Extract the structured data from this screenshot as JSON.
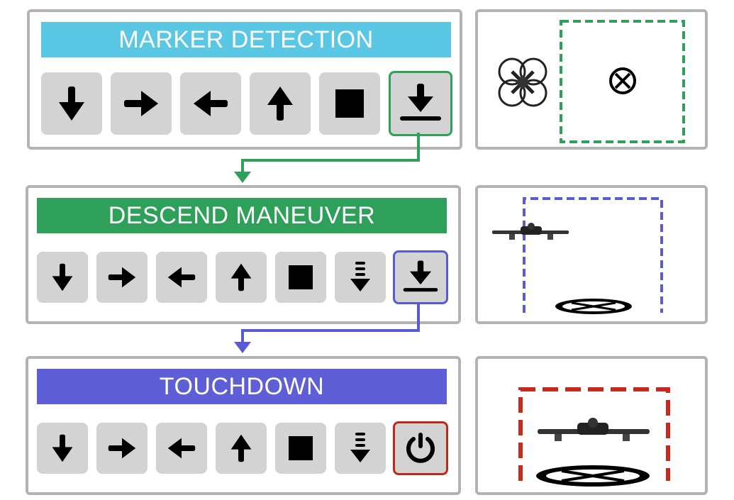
{
  "stages": [
    {
      "id": "marker-detection",
      "title": "MARKER DETECTION",
      "color": "#5ac8e4",
      "actions": [
        "down-arrow-icon",
        "right-arrow-icon",
        "left-arrow-icon",
        "up-arrow-icon",
        "stop-icon",
        "land-icon"
      ],
      "highlight": {
        "action": "land-icon",
        "color": "#2fa05a"
      }
    },
    {
      "id": "descend-maneuver",
      "title": "DESCEND MANEUVER",
      "color": "#2ea05a",
      "actions": [
        "down-arrow-icon",
        "right-arrow-icon",
        "left-arrow-icon",
        "up-arrow-icon",
        "stop-icon",
        "descend-icon",
        "land-icon"
      ],
      "highlight": {
        "action": "land-icon",
        "color": "#5a5ad2"
      }
    },
    {
      "id": "touchdown",
      "title": "TOUCHDOWN",
      "color": "#5e5ed6",
      "actions": [
        "down-arrow-icon",
        "right-arrow-icon",
        "left-arrow-icon",
        "up-arrow-icon",
        "stop-icon",
        "descend-icon",
        "power-icon"
      ],
      "highlight": {
        "action": "power-icon",
        "color": "#c0281e"
      }
    }
  ],
  "scenes": [
    {
      "id": "top-view",
      "frame_color": "#2fa05a",
      "frame_style": "dashed"
    },
    {
      "id": "side-view-far",
      "frame_color": "#5a5ad2",
      "frame_style": "dashed"
    },
    {
      "id": "side-view-near",
      "frame_color": "#c8281e",
      "frame_style": "dashed"
    }
  ],
  "connectors": [
    {
      "from": "marker-detection",
      "to": "descend-maneuver",
      "color": "#2fa05a"
    },
    {
      "from": "descend-maneuver",
      "to": "touchdown",
      "color": "#5a5ad2"
    }
  ]
}
